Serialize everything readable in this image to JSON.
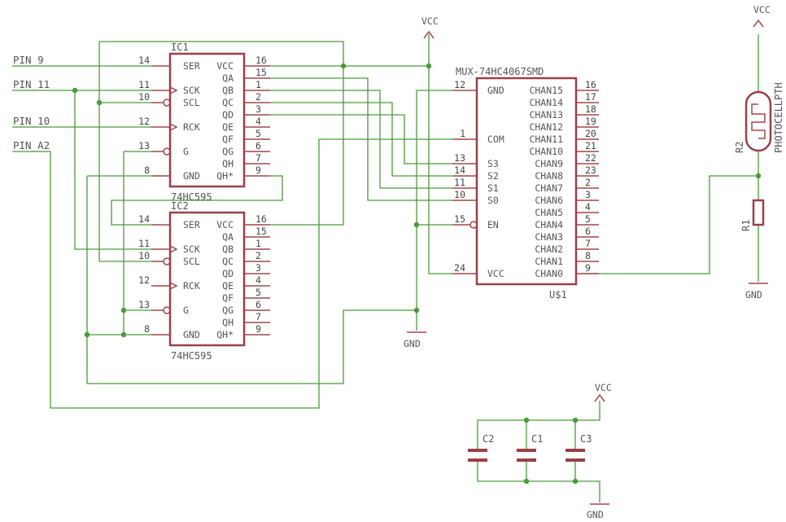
{
  "net_labels": {
    "pin9": "PIN_9",
    "pin11": "PIN_11",
    "pin10": "PIN_10",
    "pina2": "PIN_A2"
  },
  "supply": {
    "vcc": "VCC",
    "gnd": "GND"
  },
  "ic1": {
    "name": "IC1",
    "value": "74HC595",
    "left_pins": [
      {
        "num": "14",
        "label": "SER"
      },
      {
        "num": "11",
        "label": "SCK"
      },
      {
        "num": "10",
        "label": "SCL"
      },
      {
        "num": "12",
        "label": "RCK"
      },
      {
        "num": "13",
        "label": "G"
      },
      {
        "num": "8",
        "label": "GND"
      }
    ],
    "right_pins": [
      {
        "num": "16",
        "label": "VCC"
      },
      {
        "num": "15",
        "label": "QA"
      },
      {
        "num": "1",
        "label": "QB"
      },
      {
        "num": "2",
        "label": "QC"
      },
      {
        "num": "3",
        "label": "QD"
      },
      {
        "num": "4",
        "label": "QE"
      },
      {
        "num": "5",
        "label": "QF"
      },
      {
        "num": "6",
        "label": "QG"
      },
      {
        "num": "7",
        "label": "QH"
      },
      {
        "num": "9",
        "label": "QH*"
      }
    ]
  },
  "ic2": {
    "name": "IC2",
    "value": "74HC595",
    "left_pins": [
      {
        "num": "14",
        "label": "SER"
      },
      {
        "num": "11",
        "label": "SCK"
      },
      {
        "num": "10",
        "label": "SCL"
      },
      {
        "num": "12",
        "label": "RCK"
      },
      {
        "num": "13",
        "label": "G"
      },
      {
        "num": "8",
        "label": "GND"
      }
    ],
    "right_pins": [
      {
        "num": "16",
        "label": "VCC"
      },
      {
        "num": "15",
        "label": "QA"
      },
      {
        "num": "1",
        "label": "QB"
      },
      {
        "num": "2",
        "label": "QC"
      },
      {
        "num": "3",
        "label": "QD"
      },
      {
        "num": "4",
        "label": "QE"
      },
      {
        "num": "5",
        "label": "QF"
      },
      {
        "num": "6",
        "label": "QG"
      },
      {
        "num": "7",
        "label": "QH"
      },
      {
        "num": "9",
        "label": "QH*"
      }
    ]
  },
  "mux": {
    "value": "MUX-74HC4067SMD",
    "name": "U$1",
    "left_pins": [
      {
        "num": "12",
        "label": "GND"
      },
      {
        "num": "1",
        "label": "COM"
      },
      {
        "num": "13",
        "label": "S3"
      },
      {
        "num": "14",
        "label": "S2"
      },
      {
        "num": "11",
        "label": "S1"
      },
      {
        "num": "10",
        "label": "S0"
      },
      {
        "num": "15",
        "label": "EN"
      },
      {
        "num": "24",
        "label": "VCC"
      }
    ],
    "right_pins": [
      {
        "num": "16",
        "label": "CHAN15"
      },
      {
        "num": "17",
        "label": "CHAN14"
      },
      {
        "num": "18",
        "label": "CHAN13"
      },
      {
        "num": "19",
        "label": "CHAN12"
      },
      {
        "num": "20",
        "label": "CHAN11"
      },
      {
        "num": "21",
        "label": "CHAN10"
      },
      {
        "num": "22",
        "label": "CHAN9"
      },
      {
        "num": "23",
        "label": "CHAN8"
      },
      {
        "num": "2",
        "label": "CHAN7"
      },
      {
        "num": "3",
        "label": "CHAN6"
      },
      {
        "num": "4",
        "label": "CHAN5"
      },
      {
        "num": "5",
        "label": "CHAN4"
      },
      {
        "num": "6",
        "label": "CHAN3"
      },
      {
        "num": "7",
        "label": "CHAN2"
      },
      {
        "num": "8",
        "label": "CHAN1"
      },
      {
        "num": "9",
        "label": "CHAN0"
      }
    ]
  },
  "photocell": {
    "name": "R2",
    "value": "PHOTOCELLPTH"
  },
  "resistor": {
    "name": "R1"
  },
  "capacitors": [
    "C2",
    "C1",
    "C3"
  ]
}
